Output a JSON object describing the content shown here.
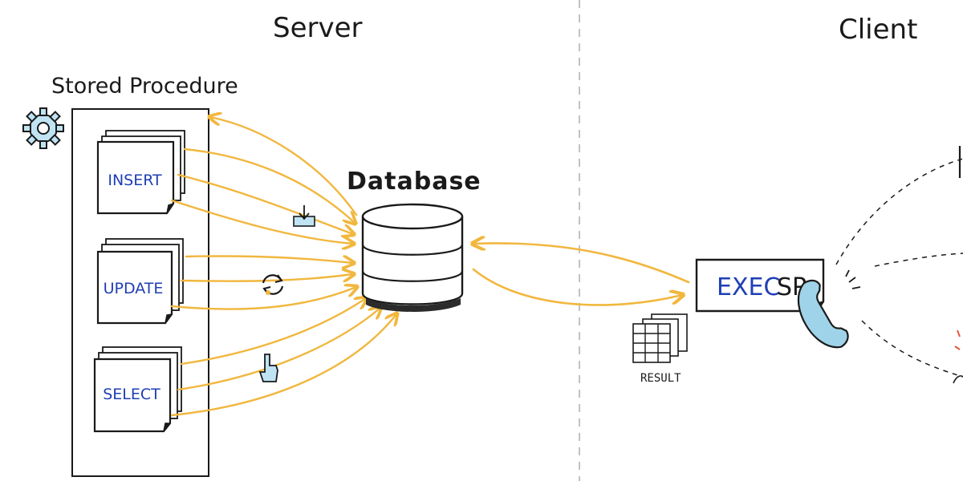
{
  "sections": {
    "server": "Server",
    "client": "Client"
  },
  "stored_procedure": {
    "title": "Stored Procedure",
    "commands": [
      "INSERT",
      "UPDATE",
      "SELECT"
    ]
  },
  "database": {
    "label": "Database"
  },
  "client": {
    "exec_verb": "EXEC",
    "exec_target": "SP"
  },
  "result": {
    "label": "RESULT"
  },
  "colors": {
    "arrow": "#f1b73e",
    "command_text": "#1f3fb5",
    "icon_blue": "#5aa7cf",
    "ink": "#1a1a1a"
  },
  "icons": [
    "gear-icon",
    "download-icon",
    "refresh-icon",
    "pointer-hand-icon",
    "phone-icon",
    "result-table-icon"
  ]
}
